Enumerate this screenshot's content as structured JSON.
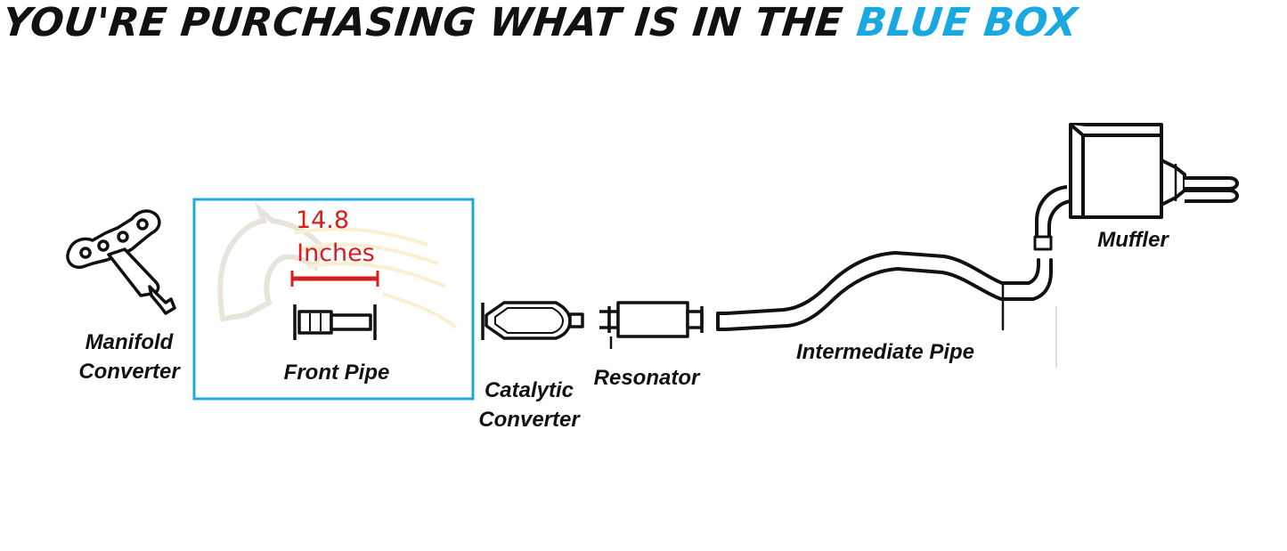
{
  "headline": {
    "prefix": "YOU'RE PURCHASING WHAT IS IN THE",
    "highlight": "BLUE BOX"
  },
  "colors": {
    "accent": "#1aa8e0",
    "dimension": "#d91c1c",
    "line": "#111111"
  },
  "measurement": {
    "value": "14.8",
    "unit": "Inches"
  },
  "components": [
    {
      "id": "manifold",
      "lines": [
        "Manifold",
        "Converter"
      ]
    },
    {
      "id": "front_pipe",
      "lines": [
        "Front Pipe"
      ],
      "highlighted": true
    },
    {
      "id": "catalytic",
      "lines": [
        "Catalytic",
        "Converter"
      ]
    },
    {
      "id": "resonator",
      "lines": [
        "Resonator"
      ]
    },
    {
      "id": "intermediate",
      "lines": [
        "Intermediate Pipe"
      ]
    },
    {
      "id": "muffler",
      "lines": [
        "Muffler"
      ]
    }
  ],
  "icons": [
    "horse-watermark-icon",
    "manifold-converter-icon",
    "front-pipe-icon",
    "catalytic-converter-icon",
    "resonator-icon",
    "intermediate-pipe-icon",
    "muffler-icon"
  ]
}
